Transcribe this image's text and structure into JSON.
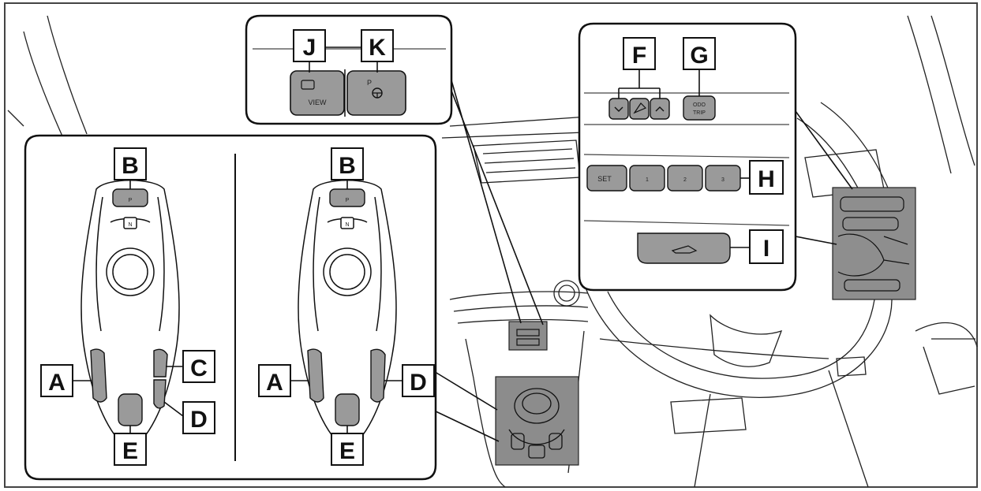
{
  "labels": {
    "a": "A",
    "b": "B",
    "c": "C",
    "d": "D",
    "e": "E",
    "f": "F",
    "g": "G",
    "h": "H",
    "i": "I",
    "j": "J",
    "k": "K"
  },
  "buttons": {
    "view": "VIEW",
    "park_assist": "P",
    "odo_top": "ODO",
    "odo_bottom": "TRIP",
    "set": "SET",
    "preset_1": "1",
    "preset_2": "2",
    "preset_3": "3",
    "shift_p": "P",
    "shift_n": "N"
  },
  "colors": {
    "line": "#1a1a1a",
    "button_fill": "#9a9a9a",
    "button_fill_dark": "#7f7f7f",
    "highlight_fill": "#8c8c8c",
    "label_box": "#ffffff"
  }
}
